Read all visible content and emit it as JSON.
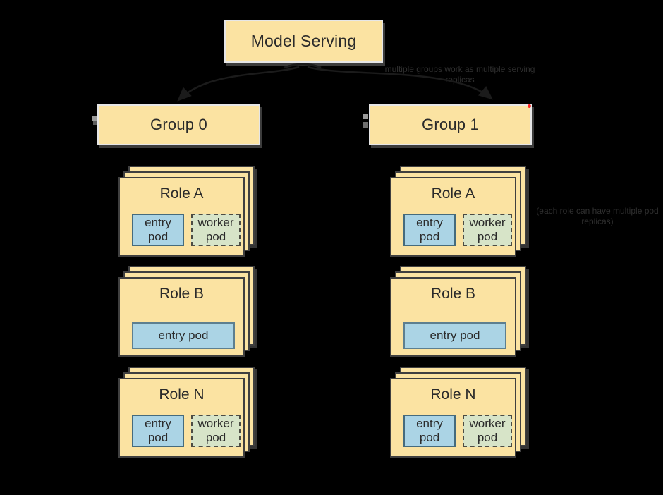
{
  "palette": {
    "background": "#000000",
    "box_yellow": "#fbe3a2",
    "pod_blue": "#abd4e5",
    "pod_green": "#d7e4c8",
    "box_border_light": "#e6e6e6",
    "card_border_dark": "#3f3f3f",
    "arrow_color": "#1b1b1b",
    "annotation_text": "#2f2f2f",
    "red_connection_dot": "#ff2323",
    "handle_gray": "#9a9a9a"
  },
  "header": {
    "title": "Model Serving"
  },
  "annotations": {
    "groups_note": {
      "line1": "multiple groups work as multiple serving",
      "line2": "replicas"
    },
    "roles_note": {
      "line1": "(each role can have multiple pod",
      "line2": "replicas)"
    }
  },
  "groups": [
    {
      "label": "Group 0",
      "roles": [
        {
          "title": "Role A",
          "pods": [
            {
              "label": "entry pod"
            },
            {
              "label": "worker pod"
            }
          ]
        },
        {
          "title": "Role B",
          "pods": [
            {
              "label": "entry pod"
            }
          ]
        },
        {
          "title": "Role N",
          "pods": [
            {
              "label": "entry pod"
            },
            {
              "label": "worker pod"
            }
          ]
        }
      ]
    },
    {
      "label": "Group 1",
      "roles": [
        {
          "title": "Role A",
          "pods": [
            {
              "label": "entry pod"
            },
            {
              "label": "worker pod"
            }
          ]
        },
        {
          "title": "Role B",
          "pods": [
            {
              "label": "entry pod"
            }
          ]
        },
        {
          "title": "Role N",
          "pods": [
            {
              "label": "entry pod"
            },
            {
              "label": "worker pod"
            }
          ]
        }
      ]
    }
  ]
}
